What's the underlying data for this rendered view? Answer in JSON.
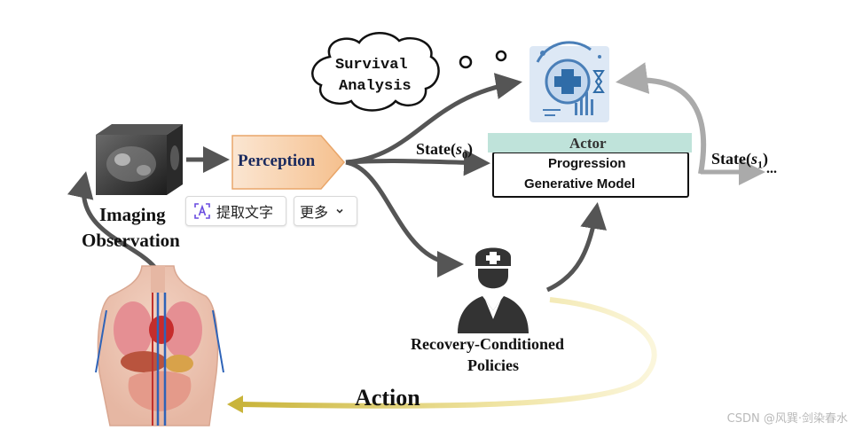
{
  "labels": {
    "survival_line1": "Survival",
    "survival_line2": "Analysis",
    "perception": "Perception",
    "state0_prefix": "State(",
    "state0_var": "s",
    "state0_sub": "0",
    "state0_suffix": ")",
    "actor": "Actor",
    "model_line1": "Progression",
    "model_line2": "Generative Model",
    "state1_prefix": "State(",
    "state1_var": "s",
    "state1_sub": "1",
    "state1_suffix": ")",
    "ellipsis": "...",
    "imaging_line1": "Imaging",
    "imaging_line2": "Observation",
    "policies_line1": "Recovery-Conditioned",
    "policies_line2": "Policies",
    "action": "Action"
  },
  "overlay": {
    "ocr_label": "提取文字",
    "ocr_icon": "text-scan-icon",
    "more_label": "更多",
    "more_icon": "chevron-down-icon"
  },
  "watermark": "CSDN @风巽·剑染春水",
  "colors": {
    "arrow_dark": "#555555",
    "arrow_light": "#aaaaaa",
    "perception_fill": "#f8d7b8",
    "perception_text": "#1a2a5e",
    "actor_band": "#bfe3da",
    "action_arrow": "#e8d77a"
  }
}
